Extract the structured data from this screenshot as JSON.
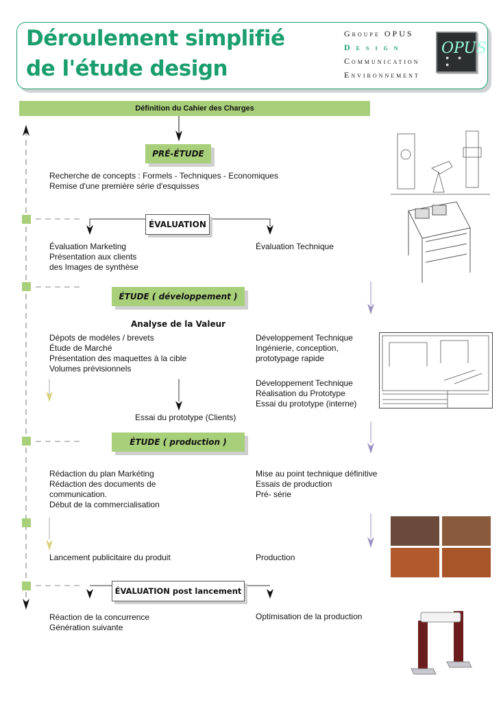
{
  "header": {
    "title_line1": "Déroulement simplifié",
    "title_line2": "de l'étude design",
    "brand_line1": "Groupe OPUS",
    "brand_line2": "Design",
    "brand_line3": "Communication",
    "brand_line4": "Environnement",
    "logo_text": "OPUS"
  },
  "top_bar": "Définition du Cahier des Charges",
  "pre_etude": {
    "label": "PRÉ-ÉTUDE",
    "lines": [
      "Recherche de concepts : Formels - Techniques - Economiques",
      "Remise d'une première série d'esquisses"
    ]
  },
  "evaluation": {
    "label": "ÉVALUATION",
    "left": [
      "Évaluation Marketing",
      "Présentation aux clients",
      "des Images de synthèse"
    ],
    "right": [
      "Évaluation Technique"
    ]
  },
  "etude_dev": {
    "label": "ÉTUDE ( développement )",
    "analyse": "Analyse de la Valeur",
    "left": [
      "Dépots de modèles / brevets",
      "Étude de Marché",
      "Présentation des maquettes à la cible",
      "Volumes prévisionnels"
    ],
    "right1": [
      "Développement Technique",
      "Ingénierie, conception,",
      "prototypage rapide"
    ],
    "right2": [
      "Développement Technique",
      "Réalisation du Prototype",
      "Essai du prototype (interne)"
    ],
    "essai": "Essai du prototype (Clients)"
  },
  "etude_prod": {
    "label": "ÉTUDE ( production )",
    "left": [
      "Rédaction du plan Markéting",
      "Rédaction des documents de",
      "communication.",
      "Début de la commercialisation"
    ],
    "right": [
      "Mise au point technique définitive",
      "Essais de production",
      "Pré- série"
    ]
  },
  "lancement": {
    "left": "Lancement publicitaire du produit",
    "right": "Production"
  },
  "post": {
    "label": "ÉVALUATION post lancement",
    "left": [
      "Réaction de la concurrence",
      "Génération suivante"
    ],
    "right": [
      "Optimisation de la production"
    ]
  },
  "colors": {
    "accent": "#1a9e6e",
    "stage_green": "#a8cf7a",
    "arrow_purple": "#9a8fc0",
    "arrow_yellow": "#d8d27a"
  }
}
